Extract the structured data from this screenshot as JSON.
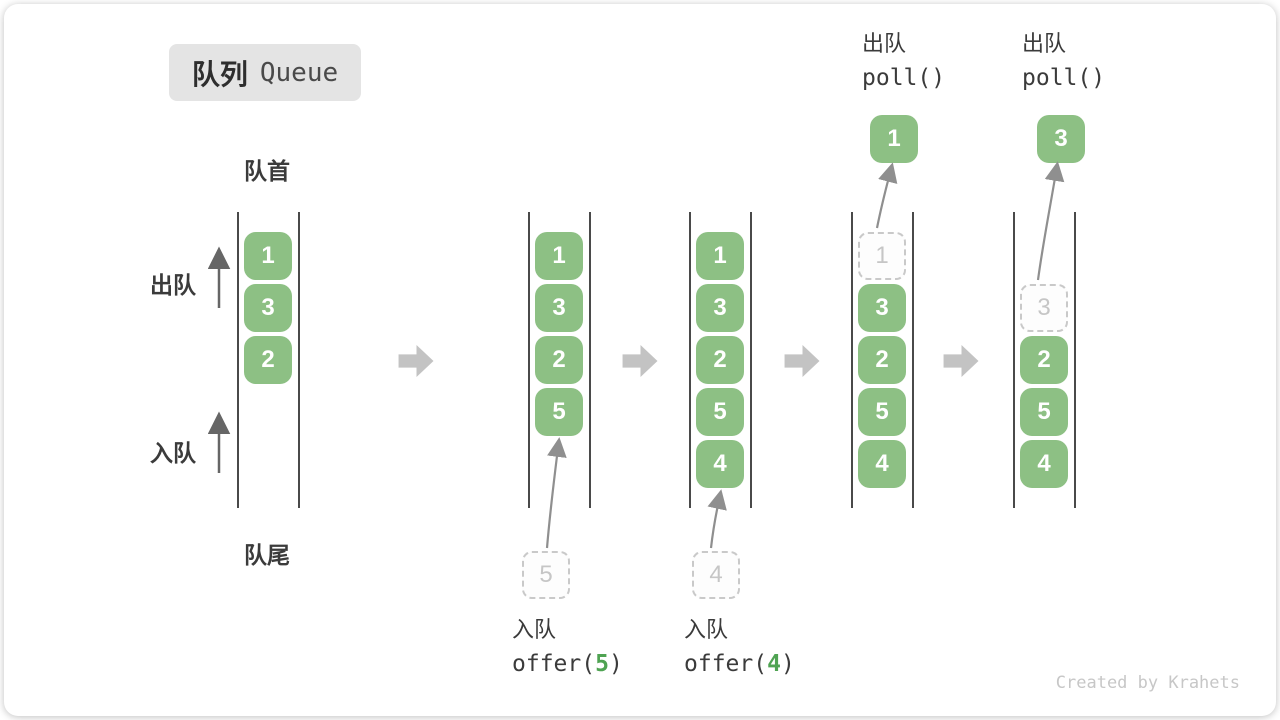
{
  "title": {
    "zh": "队列",
    "en": "Queue"
  },
  "side_labels": {
    "front": "队首",
    "rear": "队尾",
    "dequeue": "出队",
    "enqueue": "入队"
  },
  "queues": [
    {
      "cells": [
        "1",
        "3",
        "2"
      ]
    },
    {
      "cells": [
        "1",
        "3",
        "2",
        "5"
      ]
    },
    {
      "cells": [
        "1",
        "3",
        "2",
        "5",
        "4"
      ]
    },
    {
      "cells": [
        "1",
        "3",
        "2",
        "5",
        "4"
      ],
      "dashed_index": 0
    },
    {
      "cells": [
        "3",
        "2",
        "5",
        "4"
      ],
      "dashed_index": 0
    }
  ],
  "operations": {
    "enqueue5": {
      "action": "入队",
      "code_fn": "offer(",
      "arg": "5",
      "code_close": ")",
      "pending_value": "5"
    },
    "enqueue4": {
      "action": "入队",
      "code_fn": "offer(",
      "arg": "4",
      "code_close": ")",
      "pending_value": "4"
    },
    "poll1": {
      "action": "出队",
      "code": "poll()",
      "removed_value": "1"
    },
    "poll2": {
      "action": "出队",
      "code": "poll()",
      "removed_value": "3"
    }
  },
  "credit": "Created by Krahets",
  "colors": {
    "cell_green": "#8dc084",
    "code_arg_green": "#4fa352",
    "block_arrow_gray": "#c3c3c3",
    "thin_arrow_gray": "#8f8f8f",
    "side_arrow_gray": "#666666",
    "badge_bg": "#e4e4e4",
    "text_dark": "#3b3b3b",
    "dashed_border": "#c9c9c9",
    "dashed_text": "#c6c6c6",
    "queue_line": "#4a4a4a"
  }
}
